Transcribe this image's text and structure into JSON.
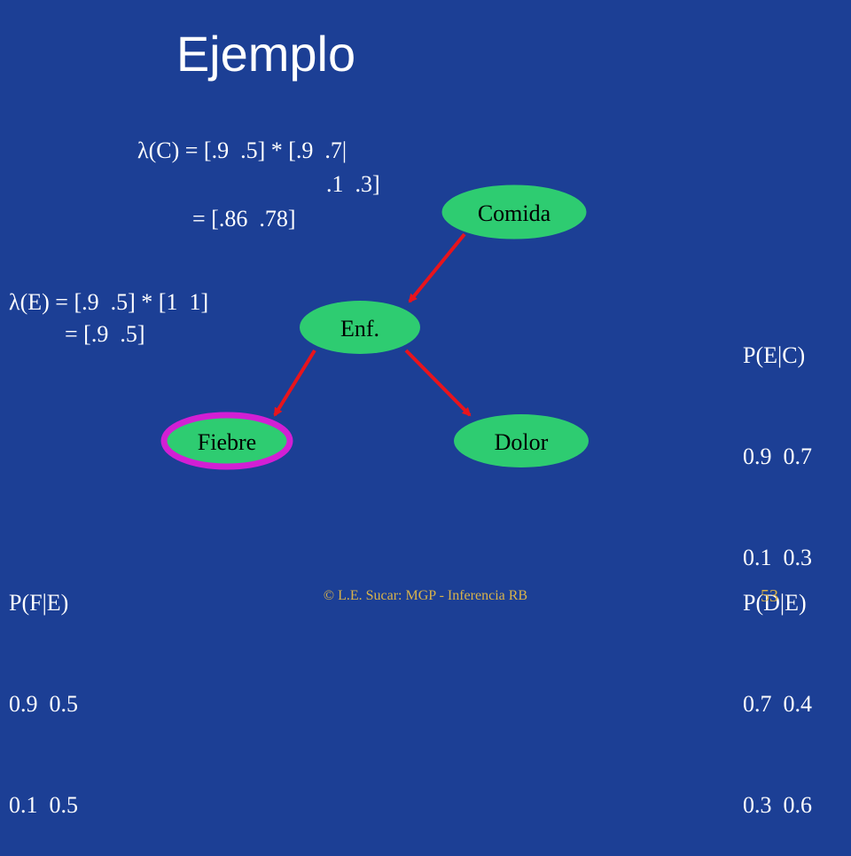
{
  "title": "Ejemplo",
  "lambda_c": {
    "line1": "λ(C) = [.9  .5] * [.9  .7|",
    "line2": ".1  .3]",
    "line3": "= [.86  .78]"
  },
  "lambda_e": {
    "line1": "λ(E) = [.9  .5] * [1  1]",
    "line2": "= [.9  .5]"
  },
  "p_e_c": {
    "header": "P(E|C)",
    "row1": "0.9  0.7",
    "row2": "0.1  0.3"
  },
  "p_f_e": {
    "header": "P(F|E)",
    "row1": "0.9  0.5",
    "row2": "0.1  0.5"
  },
  "p_d_e": {
    "header": "P(D|E)",
    "row1": "0.7  0.4",
    "row2": "0.3  0.6"
  },
  "nodes": {
    "comida": "Comida",
    "enf": "Enf.",
    "fiebre": "Fiebre",
    "dolor": "Dolor"
  },
  "colors": {
    "background": "#1c3f95",
    "node_fill": "#2ecc71",
    "edge": "#e8141c",
    "highlight": "#d21fd4",
    "footer": "#d9b34a"
  },
  "footer": "© L.E. Sucar: MGP - Inferencia RB",
  "page_number": "53"
}
